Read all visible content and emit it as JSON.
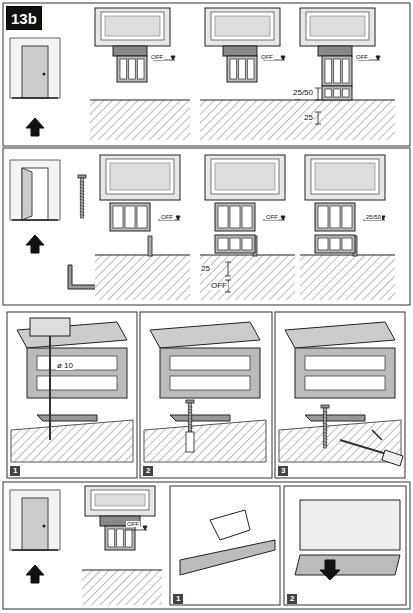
{
  "diagram": {
    "nodes": [
      {
        "text": [
          "13b"
        ]
      }
    ],
    "labels": [
      "OFF",
      "OFF",
      "OFF",
      "25/50",
      "25",
      "OFF",
      "OFF",
      "25/50",
      "25",
      "OFF",
      "ø 10",
      "1",
      "2",
      "3",
      "OFF",
      "1",
      "2"
    ]
  }
}
